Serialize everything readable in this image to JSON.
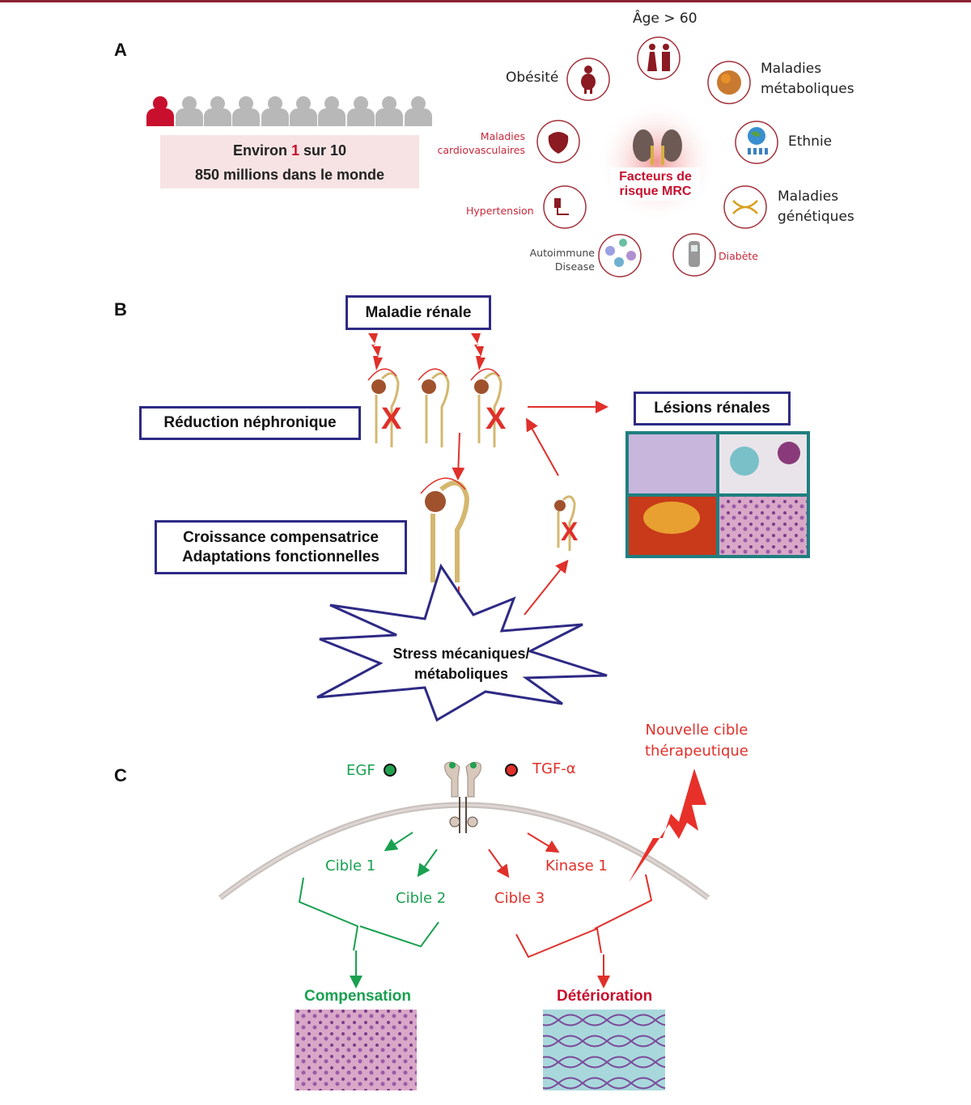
{
  "panel_a": {
    "label": "A",
    "prevalence": {
      "line1_prefix": "Environ ",
      "line1_highlight": "1",
      "line1_suffix": " sur 10",
      "line2": "850 millions dans le monde",
      "highlighted_people": 1,
      "total_people": 10
    },
    "center_label": "Facteurs de risque MRC",
    "center_line1": "Facteurs de",
    "center_line2": "risque MRC",
    "risk_factors": {
      "age": "Âge > 60",
      "obesite": "Obésité",
      "metab_1": "Maladies",
      "metab_2": "métaboliques",
      "cardio_1": "Maladies",
      "cardio_2": "cardiovasculaires",
      "ethnie": "Ethnie",
      "hypertension": "Hypertension",
      "genet_1": "Maladies",
      "genet_2": "génétiques",
      "auto_1": "Autoimmune",
      "auto_2": "Disease",
      "diabete": "Diabète"
    }
  },
  "panel_b": {
    "label": "B",
    "maladie_renale": "Maladie rénale",
    "reduction": "Réduction néphronique",
    "lesions": "Lésions rénales",
    "croissance_1": "Croissance compensatrice",
    "croissance_2": "Adaptations fonctionnelles",
    "stress_1": "Stress mécaniques/",
    "stress_2": "métaboliques"
  },
  "panel_c": {
    "label": "C",
    "egf": "EGF",
    "tgf": "TGF-α",
    "nouvelle_1": "Nouvelle cible",
    "nouvelle_2": "thérapeutique",
    "cible1": "Cible 1",
    "cible2": "Cible 2",
    "cible3": "Cible 3",
    "kinase1": "Kinase 1",
    "compensation": "Compensation",
    "deterioration": "Détérioration"
  },
  "colors": {
    "accent_red": "#e0302a",
    "dark_red": "#8b2232",
    "green": "#1aa050",
    "navy": "#2e2a85",
    "teal": "#1f7f80"
  }
}
